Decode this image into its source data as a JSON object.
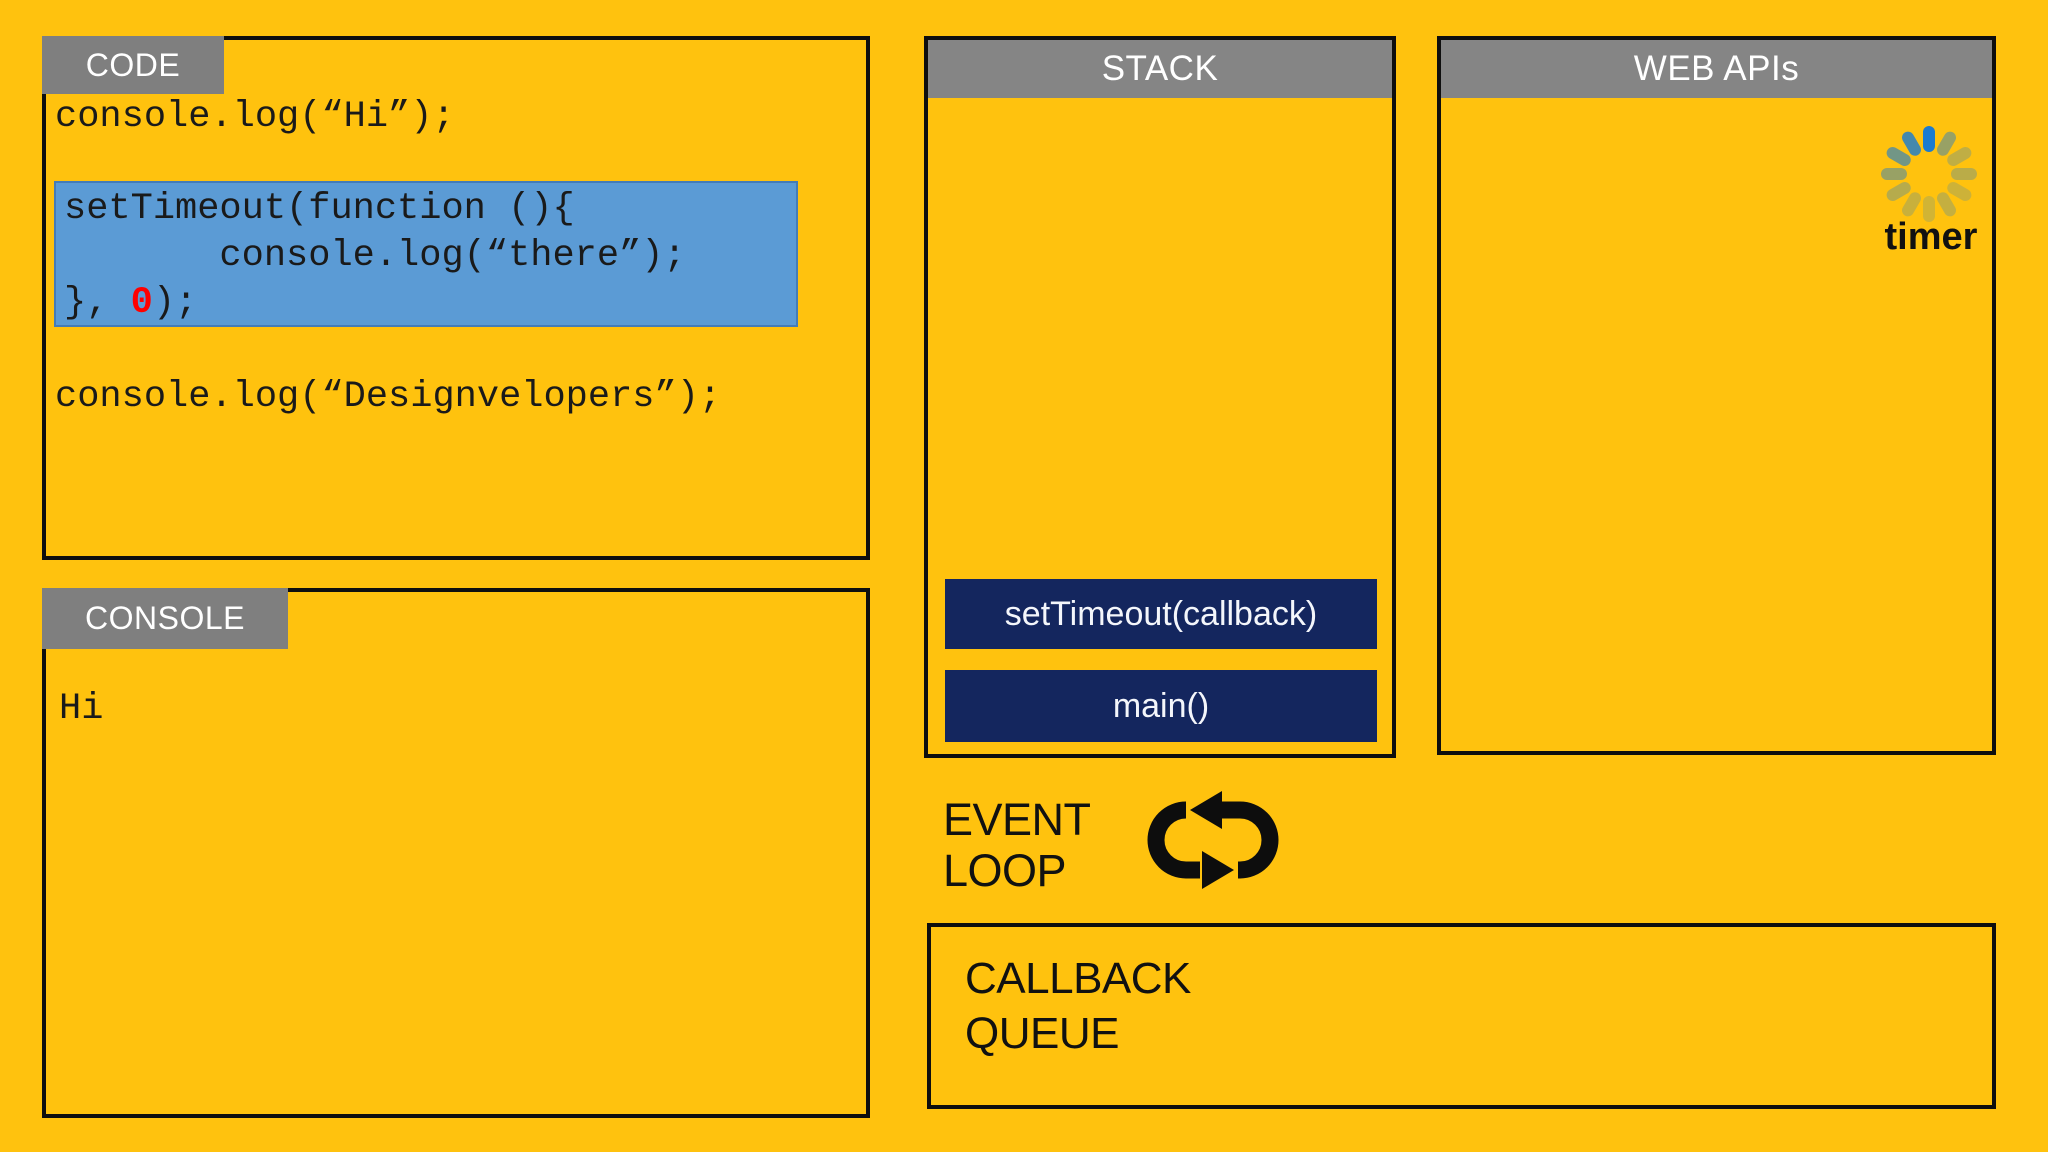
{
  "colors": {
    "background": "#FFC20E",
    "tab_gray": "#7f7f7f",
    "header_gray": "#858585",
    "header_text": "#FFFFFF",
    "border_black": "#0E0E0E",
    "code_text": "#1A1A1A",
    "highlight_blue": "#5B9BD5",
    "highlight_border": "#447CB8",
    "timeout_zero_red": "#FF0000",
    "stack_frame_navy": "#14265E",
    "stack_frame_text": "#F4F6FB",
    "spinner_blue": "#1B7BD0",
    "icon_black": "#0D0D0D"
  },
  "code_panel": {
    "title": "CODE",
    "line_hi": "console.log(“Hi”);",
    "highlight": {
      "line1": "setTimeout(function (){",
      "line2": "       console.log(“there”);",
      "line3_before": "}, ",
      "line3_zero": "0",
      "line3_after": ");"
    },
    "line_designvelopers": "console.log(“Designvelopers”);"
  },
  "console_panel": {
    "title": "CONSOLE",
    "output": "Hi"
  },
  "stack_panel": {
    "title": "STACK",
    "frames": [
      "setTimeout(callback)",
      "main()"
    ]
  },
  "web_apis_panel": {
    "title": "WEB APIs",
    "timer_label": "timer"
  },
  "event_loop": {
    "line1": "EVENT",
    "line2": "LOOP"
  },
  "callback_queue": {
    "line1": "CALLBACK",
    "line2": "QUEUE"
  }
}
